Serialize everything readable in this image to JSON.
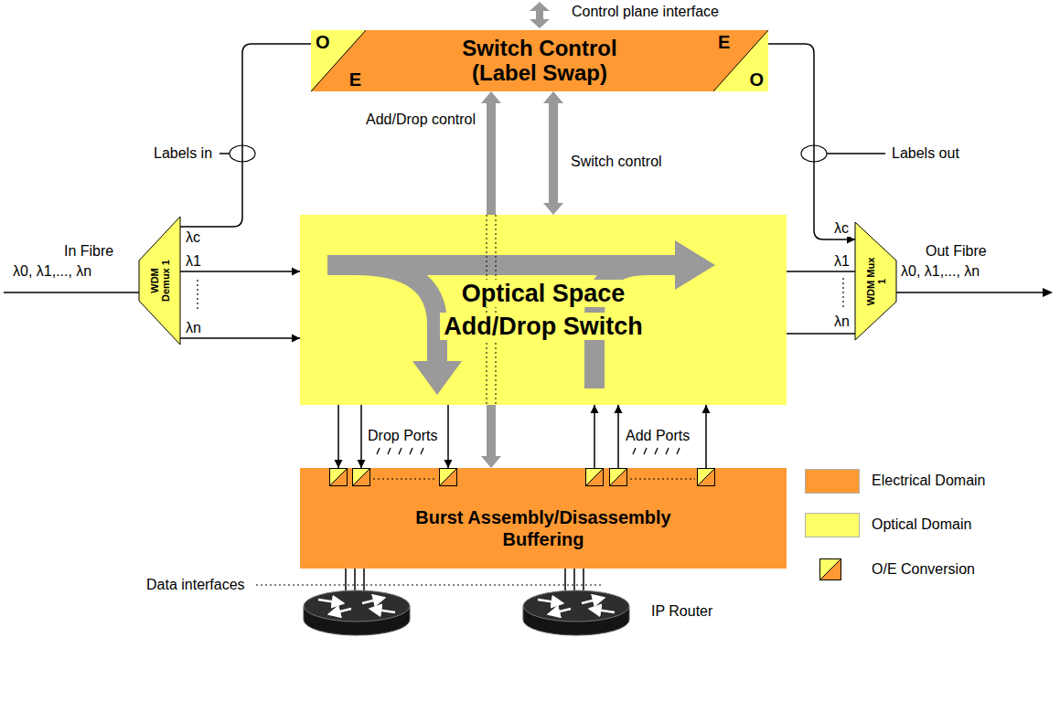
{
  "diagram": {
    "nodes": [
      {
        "text": [
          "Switch Control (Label Swap)"
        ]
      },
      {
        "text": [
          "O",
          "E"
        ],
        "in": 0
      },
      {
        "text": [
          "E",
          "O"
        ],
        "in": 0
      },
      {
        "text": [
          "WDM Demux 1"
        ]
      },
      {
        "text": [
          "Optical Space Add/Drop Switch"
        ]
      },
      {
        "text": [
          "WDM Mux 1"
        ]
      },
      {
        "text": [
          "Burst Assembly/Disassembly Buffering"
        ]
      }
    ],
    "edges": [
      {
        "from": 3,
        "to": 1,
        "arrow": "none",
        "label": "λc"
      },
      {
        "from": 3,
        "to": 4,
        "arrow": "to",
        "label": "λ1"
      },
      {
        "from": 3,
        "to": 4,
        "arrow": "to",
        "label": "λn"
      },
      {
        "from": 2,
        "to": 5,
        "arrow": "to",
        "label": "λc"
      },
      {
        "from": 4,
        "to": 5,
        "arrow": "none",
        "label": "λ1"
      },
      {
        "from": 4,
        "to": 5,
        "arrow": "none",
        "label": "λn"
      },
      {
        "from": 0,
        "to": 4,
        "arrow": "both",
        "label": "Switch control"
      },
      {
        "from": 0,
        "to": 6,
        "arrow": "both",
        "label": "Add/Drop control"
      },
      {
        "from": 4,
        "to": 6,
        "arrow": "to"
      },
      {
        "from": 4,
        "to": 6,
        "arrow": "to"
      },
      {
        "from": 4,
        "to": 6,
        "arrow": "to"
      },
      {
        "from": 6,
        "to": 4,
        "arrow": "to"
      },
      {
        "from": 6,
        "to": 4,
        "arrow": "to"
      },
      {
        "from": 6,
        "to": 4,
        "arrow": "to"
      }
    ],
    "labels": [
      "Control plane interface",
      "Labels in",
      "Labels out",
      "In Fibre",
      "λ0, λ1,..., λn",
      "Out Fibre",
      "λ0, λ1,..., λn",
      "Drop Ports",
      "Add Ports",
      "Data interfaces",
      "IP Router"
    ],
    "legend": [
      {
        "text": "Electrical Domain",
        "color": "#FF9933"
      },
      {
        "text": "Optical Domain",
        "color": "#FFFF66"
      },
      {
        "text": "O/E Conversion"
      }
    ]
  }
}
